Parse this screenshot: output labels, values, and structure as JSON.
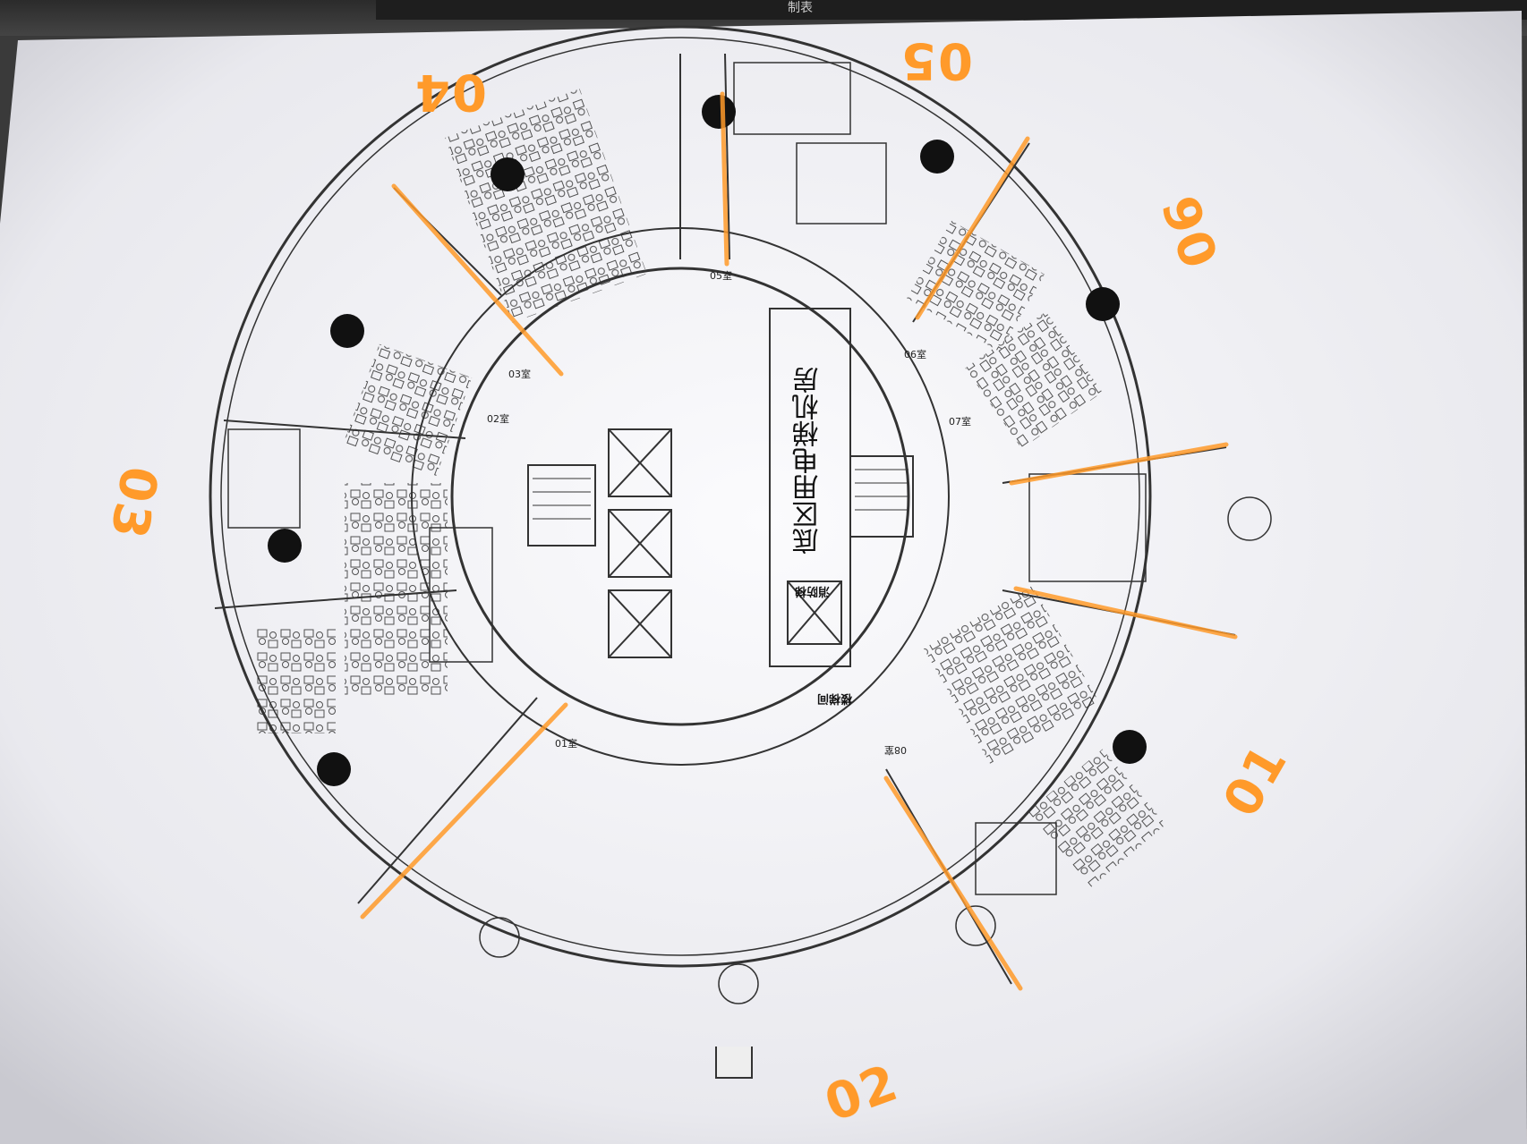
{
  "top_strip": {
    "ime_text": "制表"
  },
  "floorplan": {
    "rooms": [
      {
        "id": "01",
        "label": "01室"
      },
      {
        "id": "02",
        "label": "02室"
      },
      {
        "id": "03",
        "label": "03室"
      },
      {
        "id": "05",
        "label": "05室"
      },
      {
        "id": "06",
        "label": "06室"
      },
      {
        "id": "07",
        "label": "07室"
      },
      {
        "id": "08",
        "label": "08室"
      }
    ],
    "core_text": "底区用电梯机房",
    "fire_elevator": "消防梯",
    "stair_box": "楼梯间"
  },
  "handwritten": {
    "n04": "04",
    "n05": "05",
    "n06": "06",
    "n03": "03",
    "n01": "01",
    "n02": "02"
  },
  "colors": {
    "marker": "#ff9a2a",
    "paper": "#f4f4f6",
    "ink": "#222222"
  }
}
